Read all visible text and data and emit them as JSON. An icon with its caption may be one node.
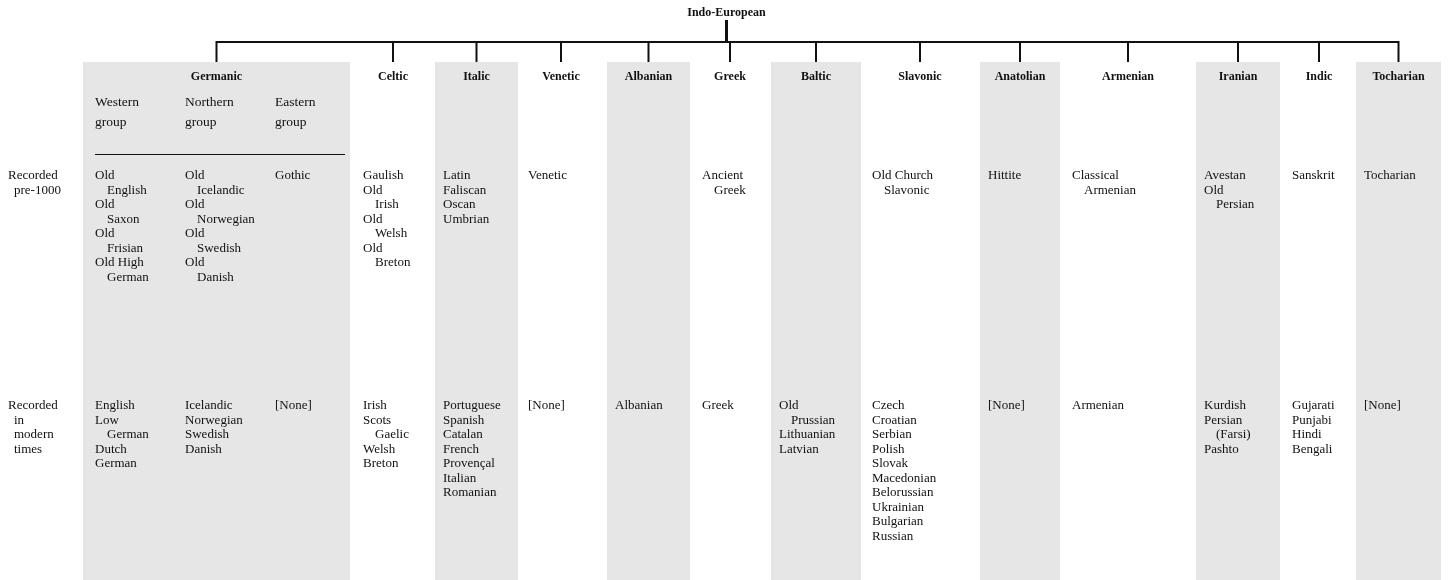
{
  "diagram": {
    "nodes": [
      {
        "text": [
          "Indo-European"
        ]
      },
      {
        "text": [
          "Germanic"
        ]
      },
      {
        "text": [
          "Western group"
        ],
        "in": 1
      },
      {
        "text": [
          "Old English",
          "Old Saxon",
          "Old Frisian",
          "Old High German"
        ],
        "in": 2
      },
      {
        "text": [
          "English",
          "Low German",
          "Dutch",
          "German"
        ],
        "in": 2
      },
      {
        "text": [
          "Northern group"
        ],
        "in": 1
      },
      {
        "text": [
          "Old Icelandic",
          "Old Norwegian",
          "Old Swedish",
          "Old Danish"
        ],
        "in": 5
      },
      {
        "text": [
          "Icelandic",
          "Norwegian",
          "Swedish",
          "Danish"
        ],
        "in": 5
      },
      {
        "text": [
          "Eastern group"
        ],
        "in": 1
      },
      {
        "text": [
          "Gothic"
        ],
        "in": 8
      },
      {
        "text": [
          "[None]"
        ],
        "in": 8
      },
      {
        "text": [
          "Celtic"
        ]
      },
      {
        "text": [
          "Gaulish",
          "Old Irish",
          "Old Welsh",
          "Old Breton"
        ],
        "in": 11
      },
      {
        "text": [
          "Irish",
          "Scots Gaelic",
          "Welsh",
          "Breton"
        ],
        "in": 11
      },
      {
        "text": [
          "Italic"
        ]
      },
      {
        "text": [
          "Latin",
          "Faliscan",
          "Oscan",
          "Umbrian"
        ],
        "in": 14
      },
      {
        "text": [
          "Portuguese",
          "Spanish",
          "Catalan",
          "French",
          "Provençal",
          "Italian",
          "Romanian"
        ],
        "in": 14
      },
      {
        "text": [
          "Venetic"
        ]
      },
      {
        "text": [
          "Venetic"
        ],
        "in": 17
      },
      {
        "text": [
          "[None]"
        ],
        "in": 17
      },
      {
        "text": [
          "Albanian"
        ]
      },
      {
        "text": [
          "Albanian"
        ],
        "in": 20
      },
      {
        "text": [
          "Greek"
        ]
      },
      {
        "text": [
          "Ancient Greek"
        ],
        "in": 22
      },
      {
        "text": [
          "Greek"
        ],
        "in": 22
      },
      {
        "text": [
          "Baltic"
        ]
      },
      {
        "text": [
          "Old Prussian",
          "Lithuanian",
          "Latvian"
        ],
        "in": 25
      },
      {
        "text": [
          "Slavonic"
        ]
      },
      {
        "text": [
          "Old Church Slavonic"
        ],
        "in": 27
      },
      {
        "text": [
          "Czech",
          "Croatian",
          "Serbian",
          "Polish",
          "Slovak",
          "Macedonian",
          "Belorussian",
          "Ukrainian",
          "Bulgarian",
          "Russian"
        ],
        "in": 27
      },
      {
        "text": [
          "Anatolian"
        ]
      },
      {
        "text": [
          "Hittite"
        ],
        "in": 30
      },
      {
        "text": [
          "[None]"
        ],
        "in": 30
      },
      {
        "text": [
          "Armenian"
        ]
      },
      {
        "text": [
          "Classical Armenian"
        ],
        "in": 33
      },
      {
        "text": [
          "Armenian"
        ],
        "in": 33
      },
      {
        "text": [
          "Iranian"
        ]
      },
      {
        "text": [
          "Avestan",
          "Old Persian"
        ],
        "in": 36
      },
      {
        "text": [
          "Kurdish",
          "Persian (Farsi)",
          "Pashto"
        ],
        "in": 36
      },
      {
        "text": [
          "Indic"
        ]
      },
      {
        "text": [
          "Sanskrit"
        ],
        "in": 39
      },
      {
        "text": [
          "Gujarati",
          "Punjabi",
          "Hindi",
          "Bengali"
        ],
        "in": 39
      },
      {
        "text": [
          "Tocharian"
        ]
      },
      {
        "text": [
          "Tocharian"
        ],
        "in": 42
      },
      {
        "text": [
          "[None]"
        ],
        "in": 42
      }
    ],
    "edges": [
      {
        "from": 0,
        "to": 1,
        "arrow": "none"
      },
      {
        "from": 0,
        "to": 11,
        "arrow": "none"
      },
      {
        "from": 0,
        "to": 14,
        "arrow": "none"
      },
      {
        "from": 0,
        "to": 17,
        "arrow": "none"
      },
      {
        "from": 0,
        "to": 20,
        "arrow": "none"
      },
      {
        "from": 0,
        "to": 22,
        "arrow": "none"
      },
      {
        "from": 0,
        "to": 25,
        "arrow": "none"
      },
      {
        "from": 0,
        "to": 27,
        "arrow": "none"
      },
      {
        "from": 0,
        "to": 30,
        "arrow": "none"
      },
      {
        "from": 0,
        "to": 33,
        "arrow": "none"
      },
      {
        "from": 0,
        "to": 36,
        "arrow": "none"
      },
      {
        "from": 0,
        "to": 39,
        "arrow": "none"
      },
      {
        "from": 0,
        "to": 42,
        "arrow": "none"
      }
    ],
    "labels": [
      "Recorded pre-1000",
      "Recorded in modern times"
    ]
  }
}
